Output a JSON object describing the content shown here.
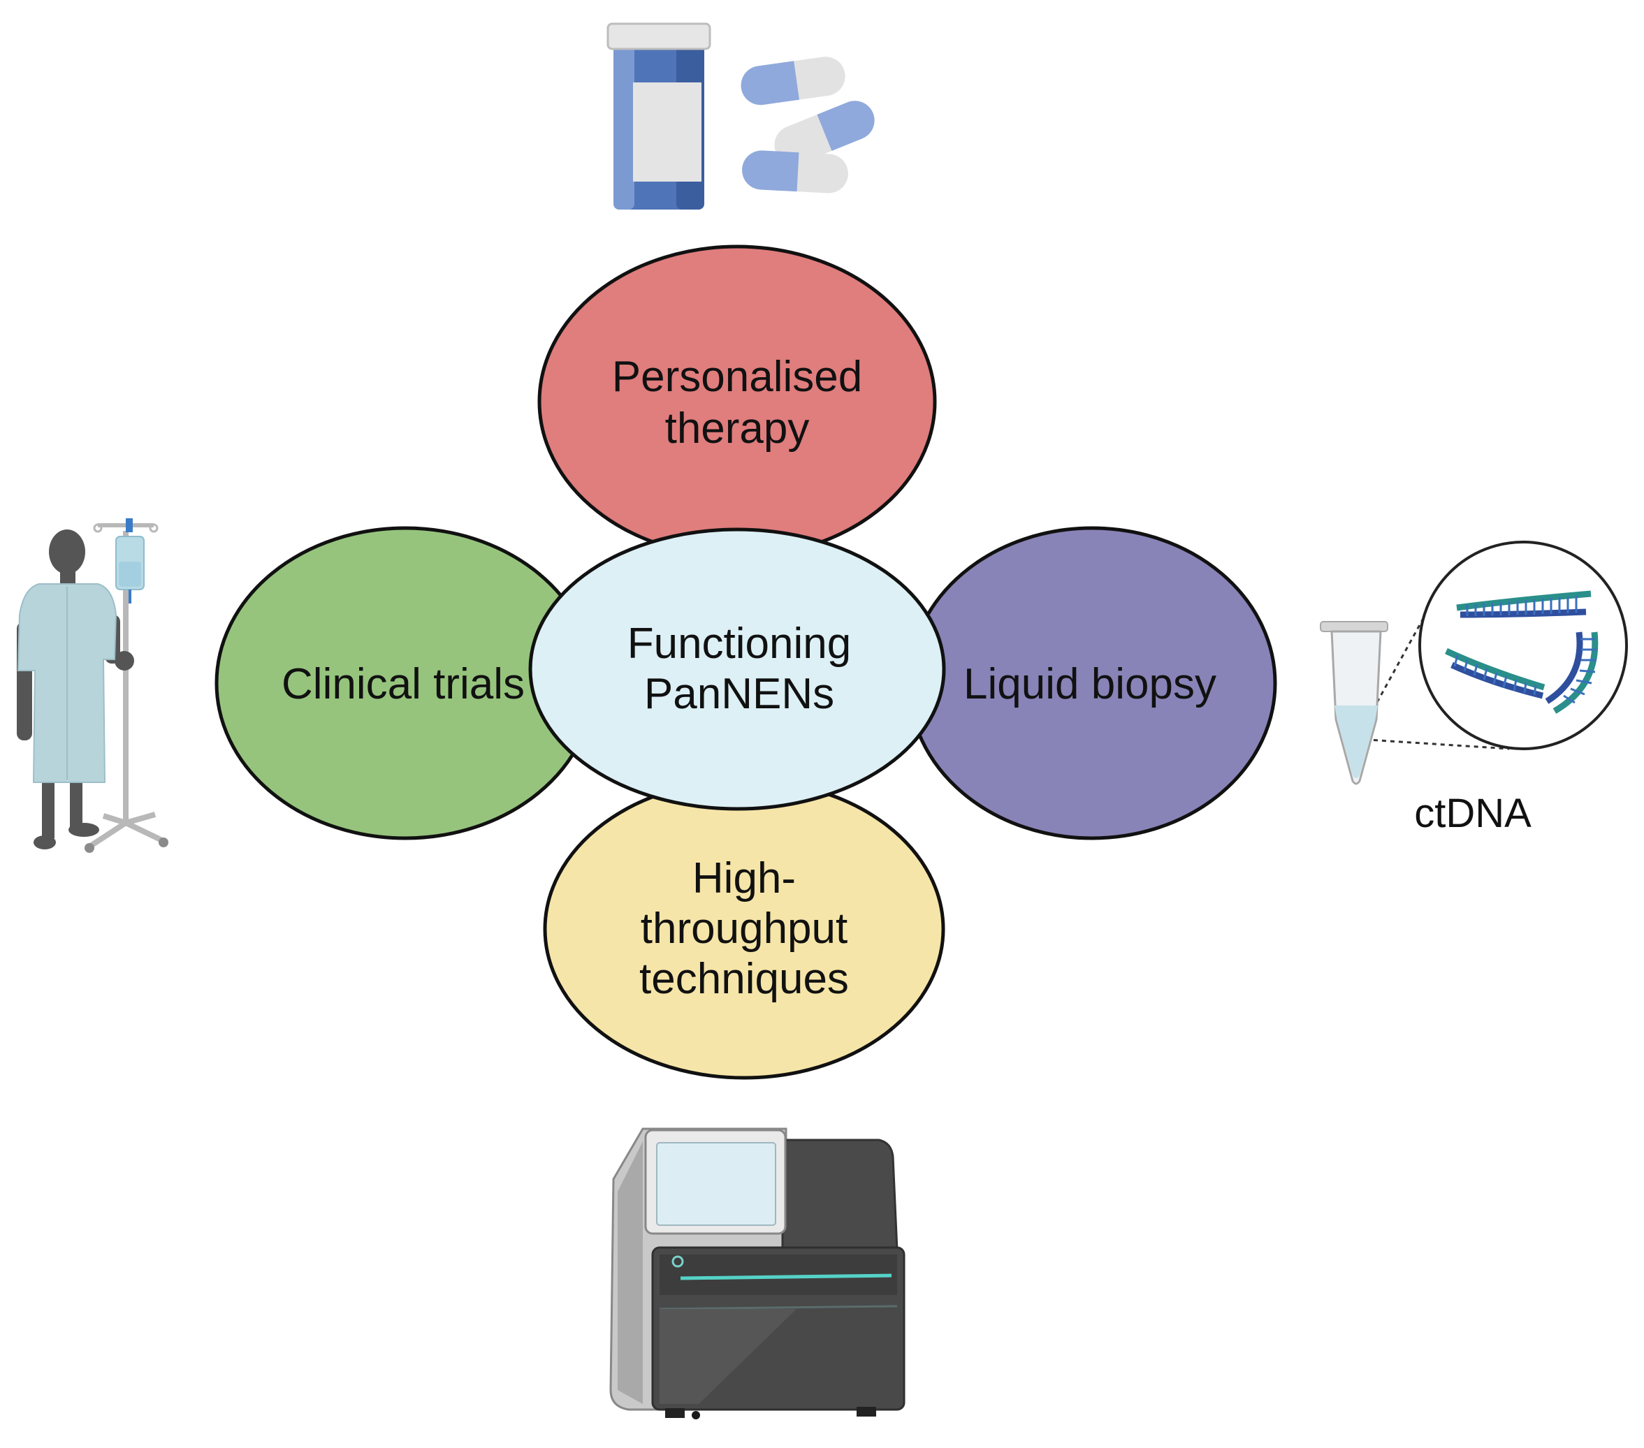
{
  "nodes": {
    "center": {
      "lines": [
        "Functioning",
        "PanNENs"
      ],
      "color": "#dcf0f5"
    },
    "top": {
      "lines": [
        "Personalised",
        "therapy"
      ],
      "color": "#e07d7d"
    },
    "left": {
      "lines": [
        "Clinical trials"
      ],
      "color": "#96c47d"
    },
    "right": {
      "lines": [
        "Liquid biopsy"
      ],
      "color": "#8884b8"
    },
    "bottom": {
      "lines": [
        "High-",
        "throughput",
        "techniques"
      ],
      "color": "#f5e5a8"
    }
  },
  "icons": {
    "top": "pill-bottle-and-capsules-icon",
    "left": "patient-with-iv-drip-icon",
    "right": "tube-with-dna-icon",
    "bottom": "sequencing-machine-icon"
  },
  "ctdna_label": "ctDNA"
}
